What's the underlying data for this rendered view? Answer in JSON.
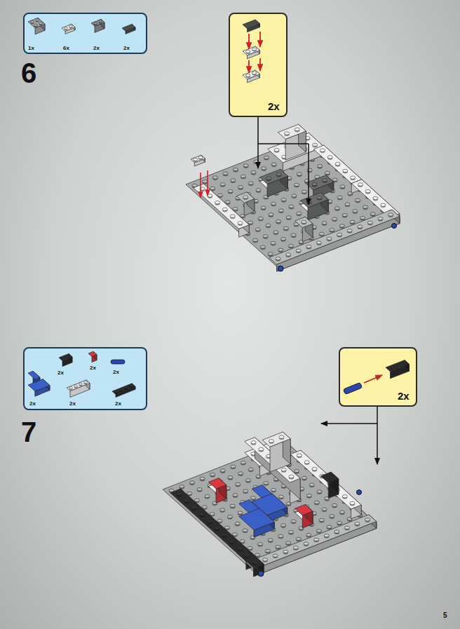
{
  "diagram": {
    "nodes": [
      {
        "text": [
          "1x",
          "6x",
          "2x",
          "2x"
        ]
      },
      {
        "text": [
          "2x"
        ]
      },
      {
        "text": [
          "2x",
          "2x",
          "2x",
          "2x",
          "2x",
          "2x"
        ]
      },
      {
        "text": [
          "2x"
        ]
      }
    ],
    "labels": [
      "6",
      "7",
      "5"
    ]
  }
}
